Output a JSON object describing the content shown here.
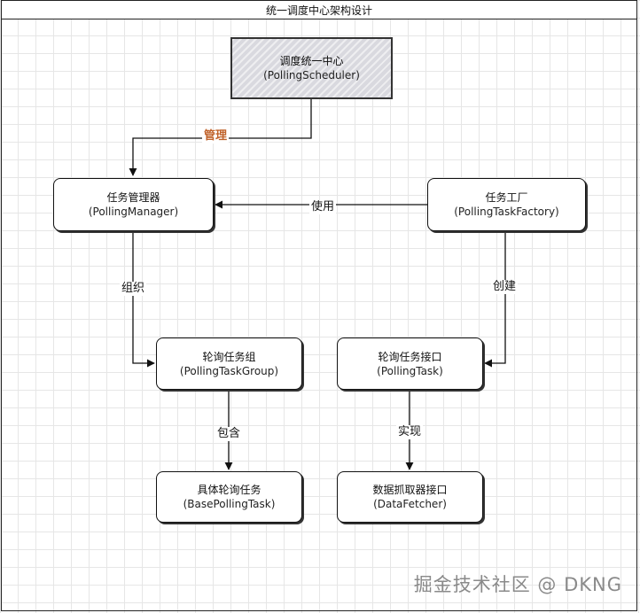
{
  "page_title": "统一调度中心架构设计",
  "nodes": {
    "scheduler": {
      "label": "调度统一中心",
      "sub": "(PollingScheduler)"
    },
    "manager": {
      "label": "任务管理器",
      "sub": "(PollingManager)"
    },
    "factory": {
      "label": "任务工厂",
      "sub": "(PollingTaskFactory)"
    },
    "task_group": {
      "label": "轮询任务组",
      "sub": "(PollingTaskGroup)"
    },
    "task_interface": {
      "label": "轮询任务接口",
      "sub": "(PollingTask)"
    },
    "base_task": {
      "label": "具体轮询任务",
      "sub": "(BasePollingTask)"
    },
    "fetcher": {
      "label": "数据抓取器接口",
      "sub": "(DataFetcher)"
    }
  },
  "edges": {
    "manage": "管理",
    "use": "使用",
    "organize": "组织",
    "create": "创建",
    "contain": "包含",
    "implement": "实现"
  },
  "watermark": "掘金技术社区 @ DKNG",
  "colors": {
    "accent_label": "#c0622a",
    "line": "#111111"
  }
}
